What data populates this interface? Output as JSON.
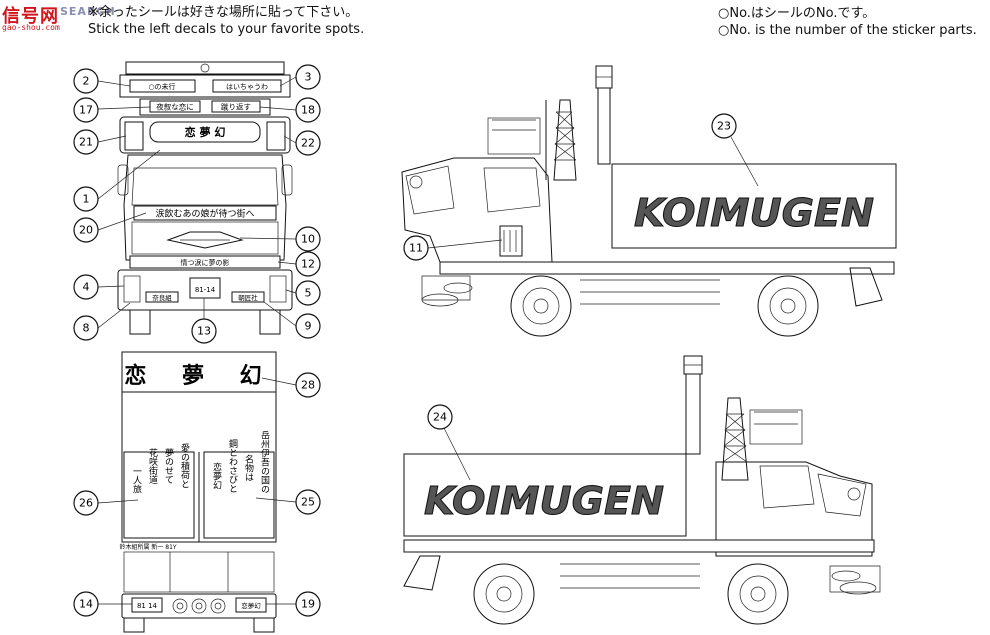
{
  "header": {
    "jp_instruction": "※余ったシールは好きな場所に貼って下さい。",
    "en_instruction": "Stick the left decals to your favorite spots.",
    "jp_note": "○No.はシールのNo.です。",
    "en_note": "○No. is the number of the sticker parts."
  },
  "watermark": {
    "brand": "信号网",
    "domain": "gao-shou.com",
    "search": "SEARCH"
  },
  "front_view": {
    "callouts": [
      "2",
      "3",
      "17",
      "18",
      "21",
      "22",
      "1",
      "20",
      "10",
      "12",
      "4",
      "5",
      "8",
      "13",
      "9"
    ],
    "sign_top_left": "○の未行",
    "sign_top_right": "はいちゃうわ",
    "plate_17": "夜叙な恋に",
    "plate_18": "蹴り返す",
    "headboard": "恋 夢 幻",
    "windshield_banner": "涙飲むあの娘が待つ街へ",
    "grille_strip": "情つ涙に夢の影",
    "plate_left": "奈良組",
    "plate_right": "朝匠社",
    "license": "81-14"
  },
  "side_view_right": {
    "callouts": [
      "23",
      "11"
    ],
    "body_text": "KOIMUGEN"
  },
  "rear_view": {
    "callouts": [
      "28",
      "26",
      "25",
      "14",
      "19"
    ],
    "top_banner": "恋 夢 幻",
    "door_left_lines": [
      "愛の積荷と",
      "夢のせて",
      "花咲街道",
      "一人旅"
    ],
    "door_right_lines": [
      "岳州伊吾の国の",
      "名物は",
      "鋼とわさびと",
      "恋夢幻"
    ],
    "footer_text": "鈴木組所属 新一 81Y",
    "license": "81 14",
    "plate_right": "恋夢幻"
  },
  "side_view_left": {
    "callouts": [
      "24"
    ],
    "body_text": "KOIMUGEN"
  }
}
